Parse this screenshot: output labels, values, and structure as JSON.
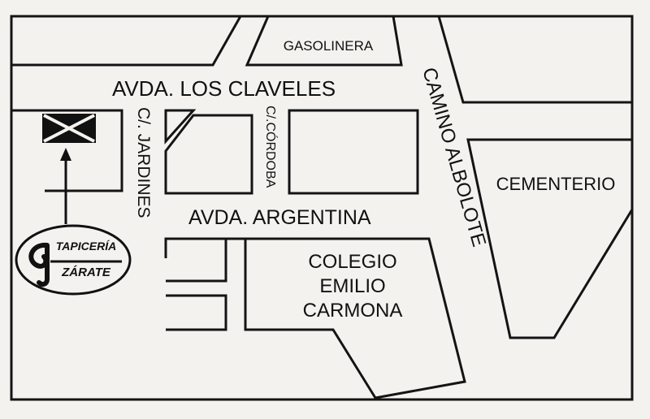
{
  "streets": {
    "avda_los_claveles": "AVDA. LOS CLAVELES",
    "avda_argentina": "AVDA. ARGENTINA",
    "c_jardines": "C/. JARDINES",
    "c_cordoba": "C/.CÓRDOBA",
    "camino_albolote": "CAMINO ALBOLOTE"
  },
  "places": {
    "gasolinera": "GASOLINERA",
    "cementerio": "CEMENTERIO",
    "colegio_line1": "COLEGIO",
    "colegio_line2": "EMILIO",
    "colegio_line3": "CARMONA"
  },
  "logo": {
    "line1": "TAPICERÍA",
    "line2": "ZÁRATE"
  },
  "location_marker": "x-marker-icon"
}
